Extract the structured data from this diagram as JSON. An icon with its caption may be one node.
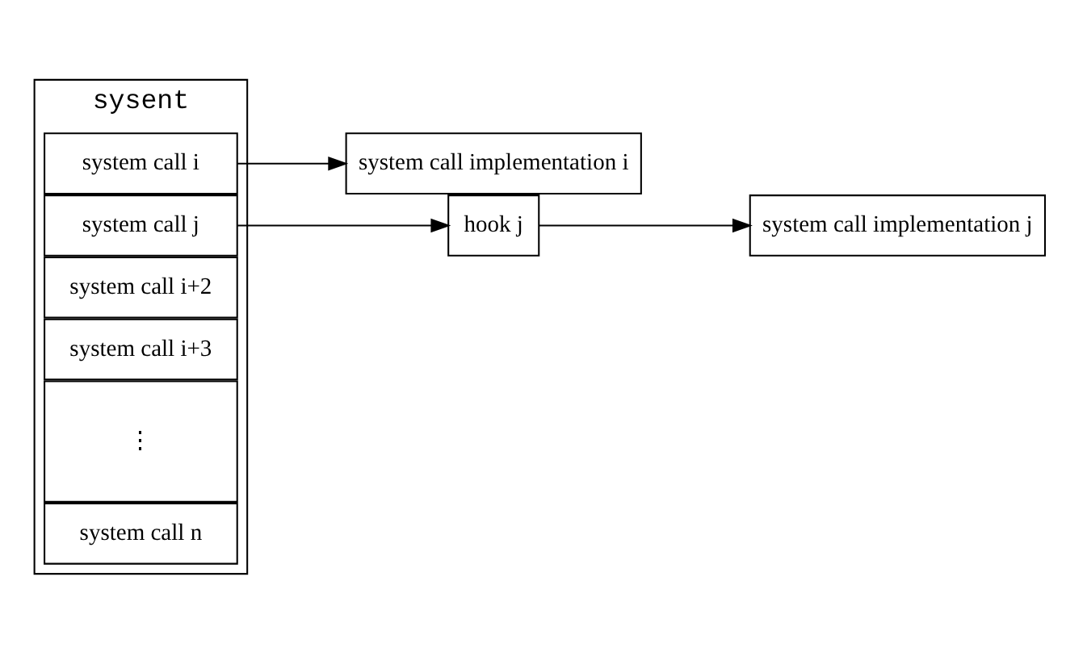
{
  "diagram": {
    "nodes": [
      {
        "text": [
          "sysent"
        ]
      },
      {
        "text": [
          "system call i"
        ],
        "in": 0
      },
      {
        "text": [
          "system call j"
        ],
        "in": 0
      },
      {
        "text": [
          "system call i+2"
        ],
        "in": 0
      },
      {
        "text": [
          "system call i+3"
        ],
        "in": 0
      },
      {
        "text": [
          "⋮"
        ],
        "in": 0
      },
      {
        "text": [
          "system call n"
        ],
        "in": 0
      },
      {
        "text": [
          "system call implementation i"
        ]
      },
      {
        "text": [
          "hook j"
        ]
      },
      {
        "text": [
          "system call implementation j"
        ]
      }
    ],
    "edges": [
      {
        "from": 1,
        "to": 7,
        "arrow": "to"
      },
      {
        "from": 2,
        "to": 8,
        "arrow": "to"
      },
      {
        "from": 8,
        "to": 9,
        "arrow": "to"
      }
    ]
  }
}
